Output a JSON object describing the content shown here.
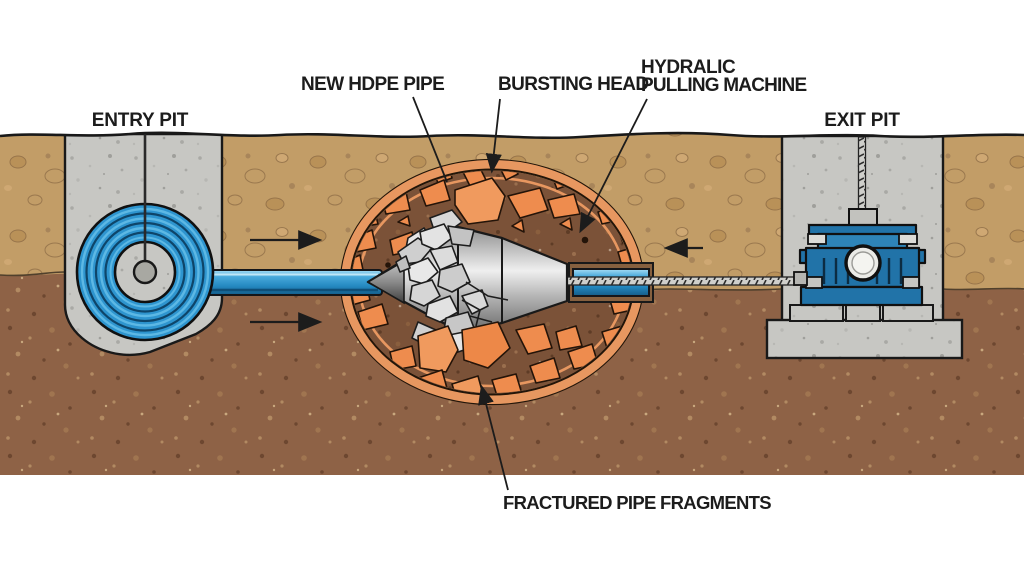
{
  "labels": {
    "entry_pit": "ENTRY PIT",
    "new_hdpe_pipe": "NEW HDPE PIPE",
    "bursting_head": "BURSTING HEAD",
    "hydraulic_line1": "HYDRALIC",
    "hydraulic_line2": "PULLING MACHINE",
    "exit_pit": "EXIT PIT",
    "fractured_fragments": "FRACTURED PIPE FRAGMENTS"
  },
  "colors": {
    "label-text": "#1c1c1c",
    "outline": "#1a1a1a",
    "pipe-blue": "#2f9ed8",
    "pipe-blue-deep": "#135c88",
    "coil-blue": "#2e95cf",
    "machine-blue": "#2173a8",
    "old-pipe-orange": "#e79760",
    "fragment-orange": "#ee8c4e",
    "topsoil-tan": "#c29d67",
    "subsoil-brown": "#8e6246",
    "circle-soil-brown": "#7b5238",
    "concrete-gray": "#c7c7c3",
    "metal-gray": "#bfbfbf",
    "cable-gray": "#cfcfcb",
    "sleeve-brown": "#86603f"
  }
}
